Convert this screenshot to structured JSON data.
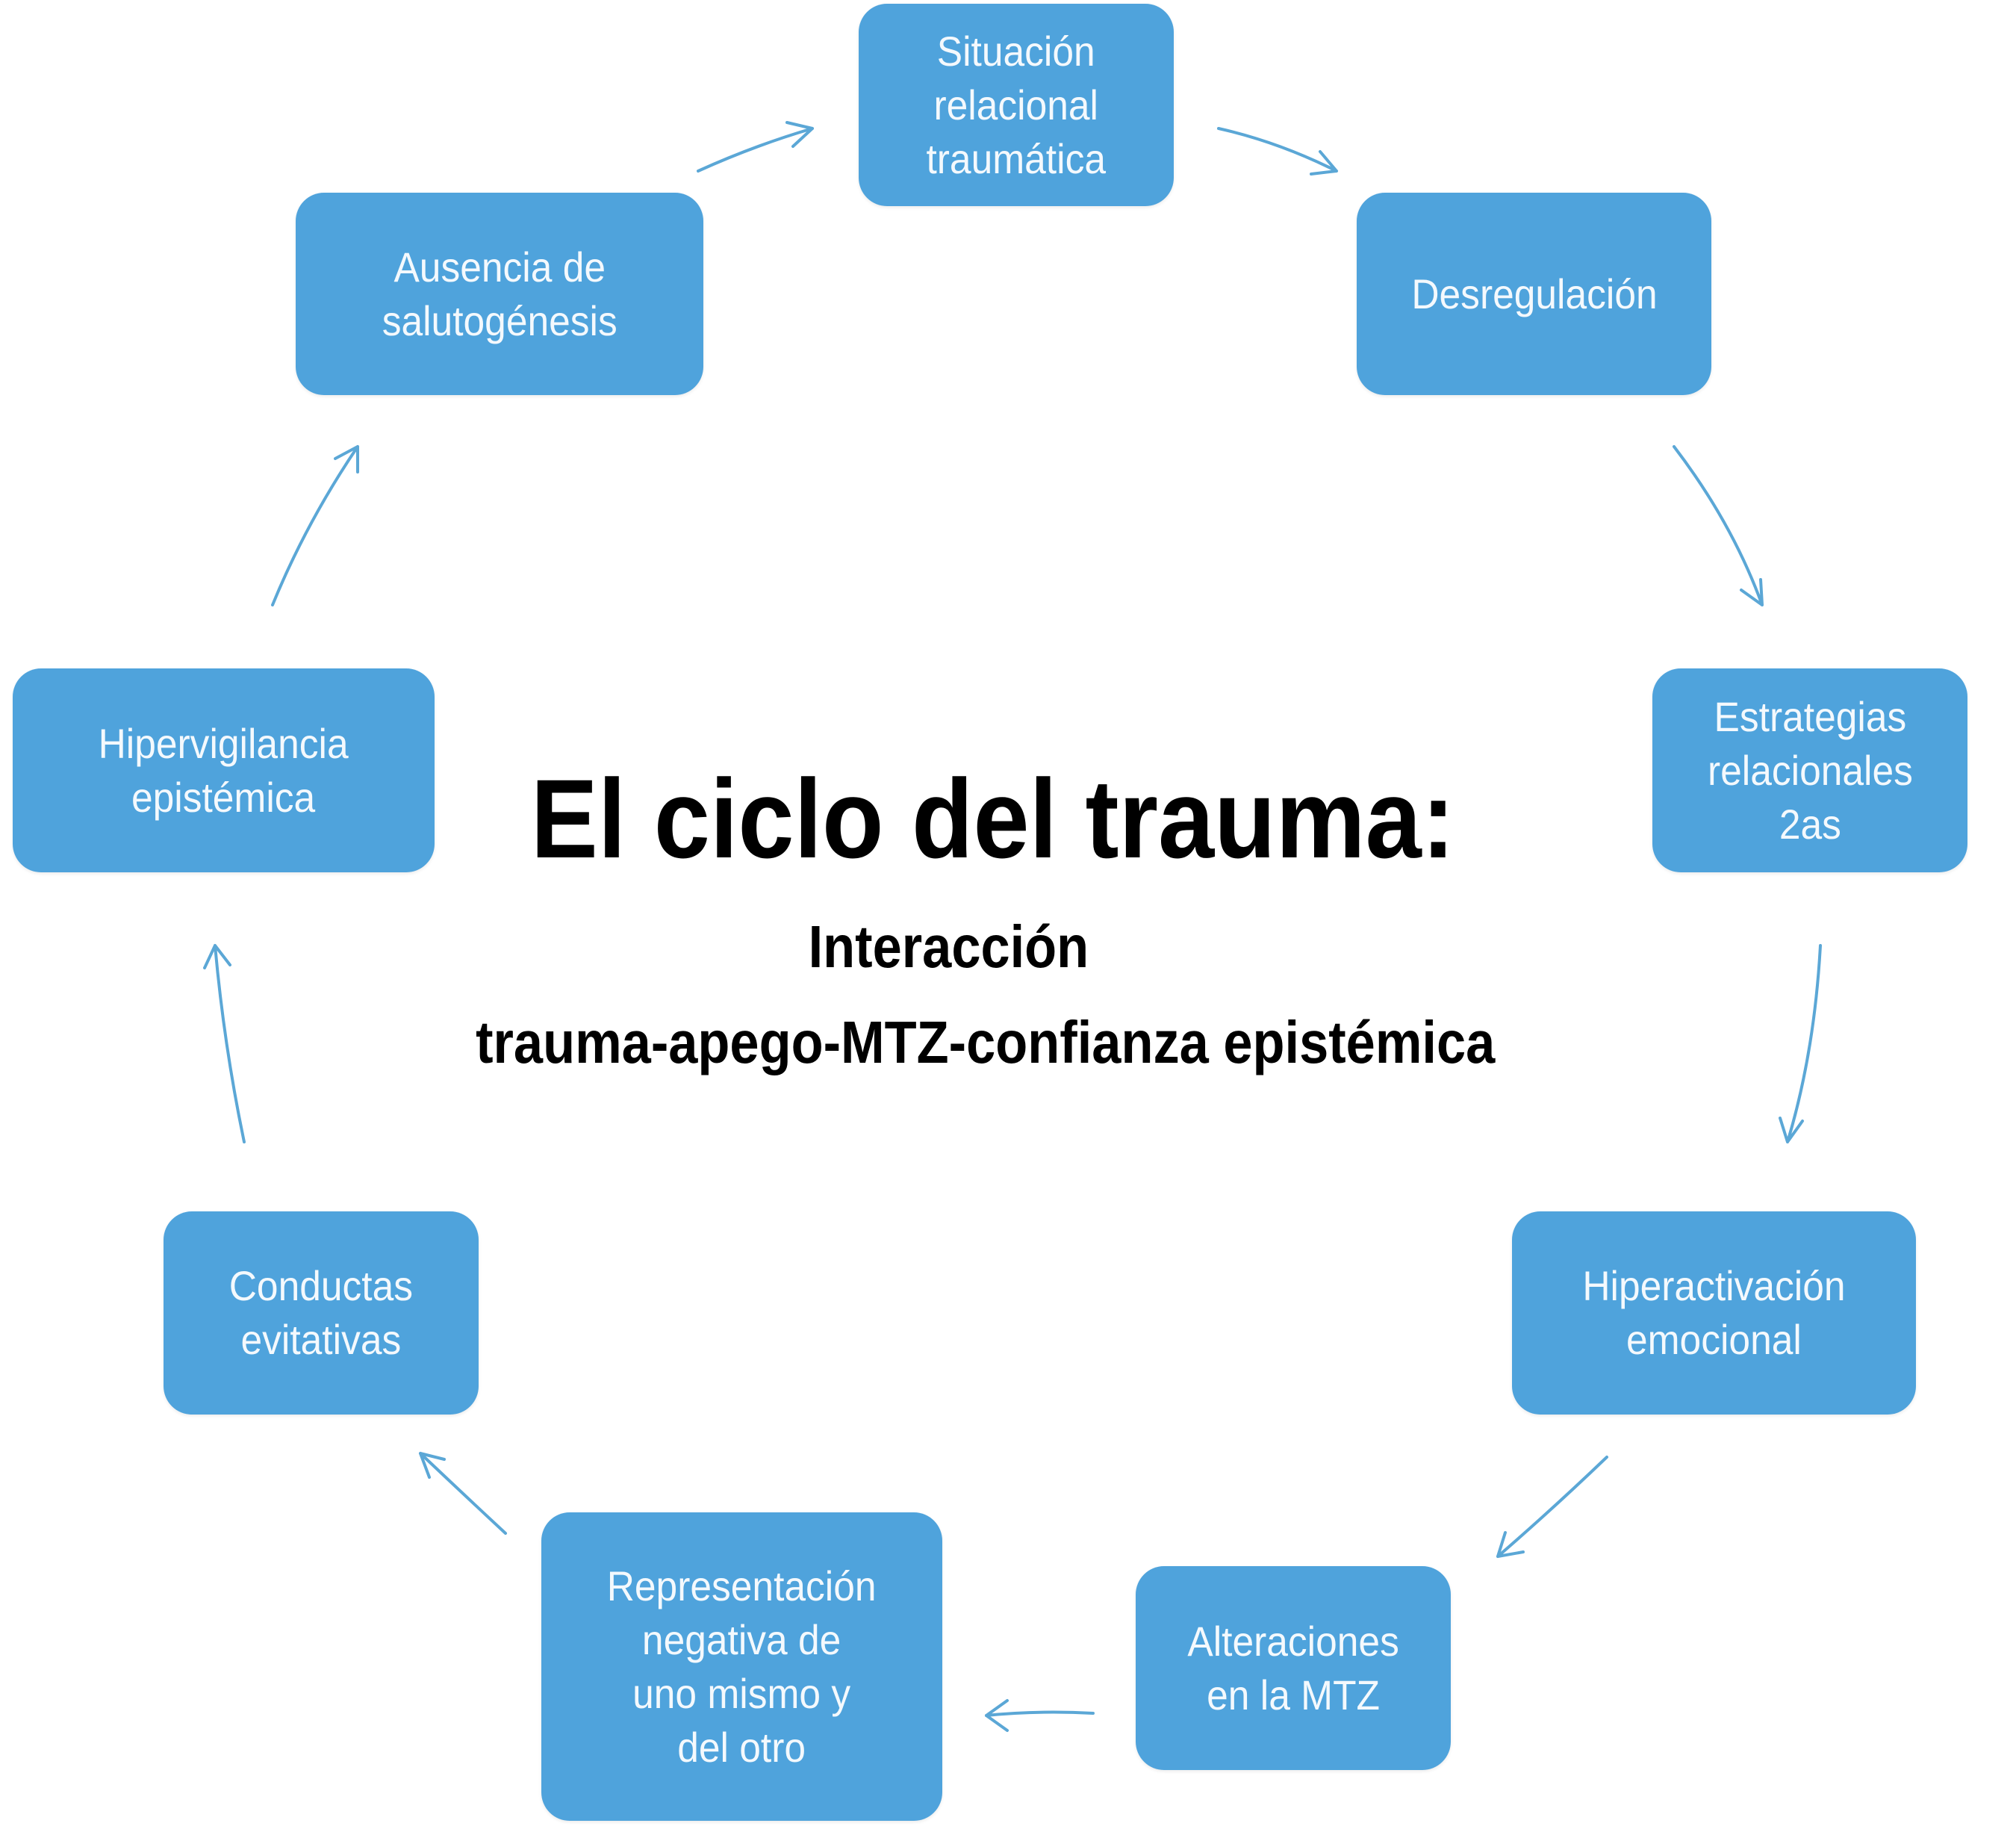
{
  "title": "El ciclo del trauma:",
  "subtitle_line1": "Interacción",
  "subtitle_line2": "trauma-apego-MTZ-confianza epistémica",
  "colors": {
    "box": "#4fa3dc",
    "arrow": "#5ba7d6",
    "box_text": "#f4f9fd"
  },
  "nodes": [
    {
      "label": "Situación\nrelacional\ntraumática"
    },
    {
      "label": "Desregulación"
    },
    {
      "label": "Estrategias\nrelacionales\n2as"
    },
    {
      "label": "Hiperactivación\nemocional"
    },
    {
      "label": "Alteraciones\nen la MTZ"
    },
    {
      "label": "Representación\nnegativa de\nuno mismo y\ndel otro"
    },
    {
      "label": "Conductas\nevitativas"
    },
    {
      "label": "Hipervigilancia\nepistémica"
    },
    {
      "label": "Ausencia de\nsalutogénesis"
    }
  ]
}
